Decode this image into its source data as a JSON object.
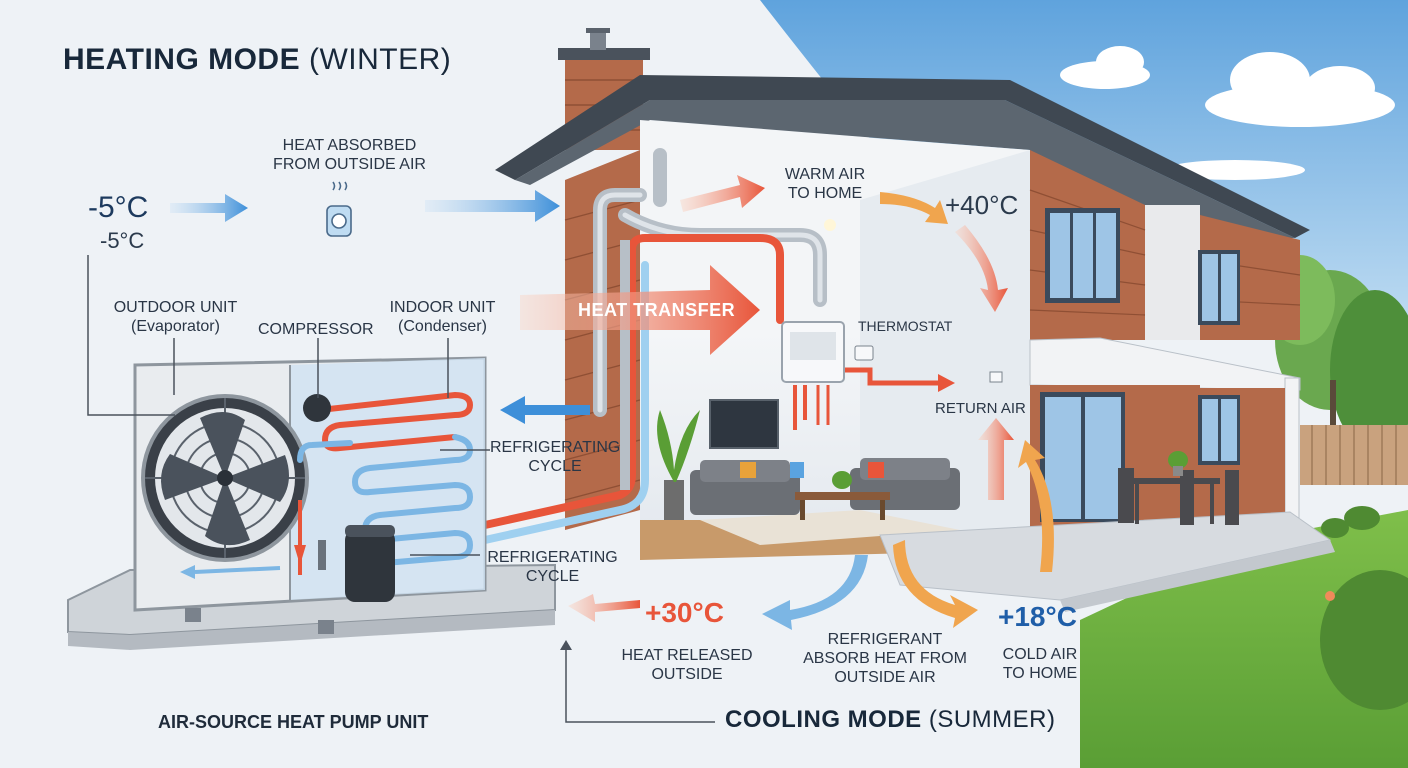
{
  "heating_mode": {
    "bold": "HEATING MODE",
    "light": "(WINTER)"
  },
  "cooling_mode": {
    "bold": "COOLING MODE",
    "light": "(SUMMER)"
  },
  "labels": {
    "outside_temp_large": "-5°C",
    "outside_temp_small": "-5°C",
    "heat_absorbed": [
      "HEAT ABSORBED",
      "FROM OUTSIDE AIR"
    ],
    "warm_air": [
      "WARM AIR",
      "TO HOME"
    ],
    "temp_40": "+40°C",
    "outdoor_unit": [
      "OUTDOOR UNIT",
      "(Evaporator)"
    ],
    "compressor": "COMPRESSOR",
    "indoor_unit": [
      "INDOOR UNIT",
      "(Condenser)"
    ],
    "heat_transfer": "HEAT TRANSFER",
    "thermostat": "THERMOSTAT",
    "return_air": "RETURN AIR",
    "refrigerating_cycle_1": [
      "REFRIGERATING",
      "CYCLE"
    ],
    "refrigerating_cycle_2": [
      "REFRIGERATING",
      "CYCLE"
    ],
    "temp_30": "+30°C",
    "heat_released": [
      "HEAT RELEASED",
      "OUTSIDE"
    ],
    "refrigerant_absorb": [
      "REFRIGERANT",
      "ABSORB  HEAT FROM",
      "OUTSIDE AIR"
    ],
    "temp_18": "+18°C",
    "cold_air": [
      "COLD AIR",
      "TO HOME"
    ],
    "unit_caption": "AIR-SOURCE HEAT PUMP UNIT"
  },
  "colors": {
    "hot_red": "#e8553a",
    "cold_blue": "#3d8fd9",
    "sky": "#7fb7e6",
    "brick": "#b46a4a",
    "roof": "#3f4852"
  }
}
